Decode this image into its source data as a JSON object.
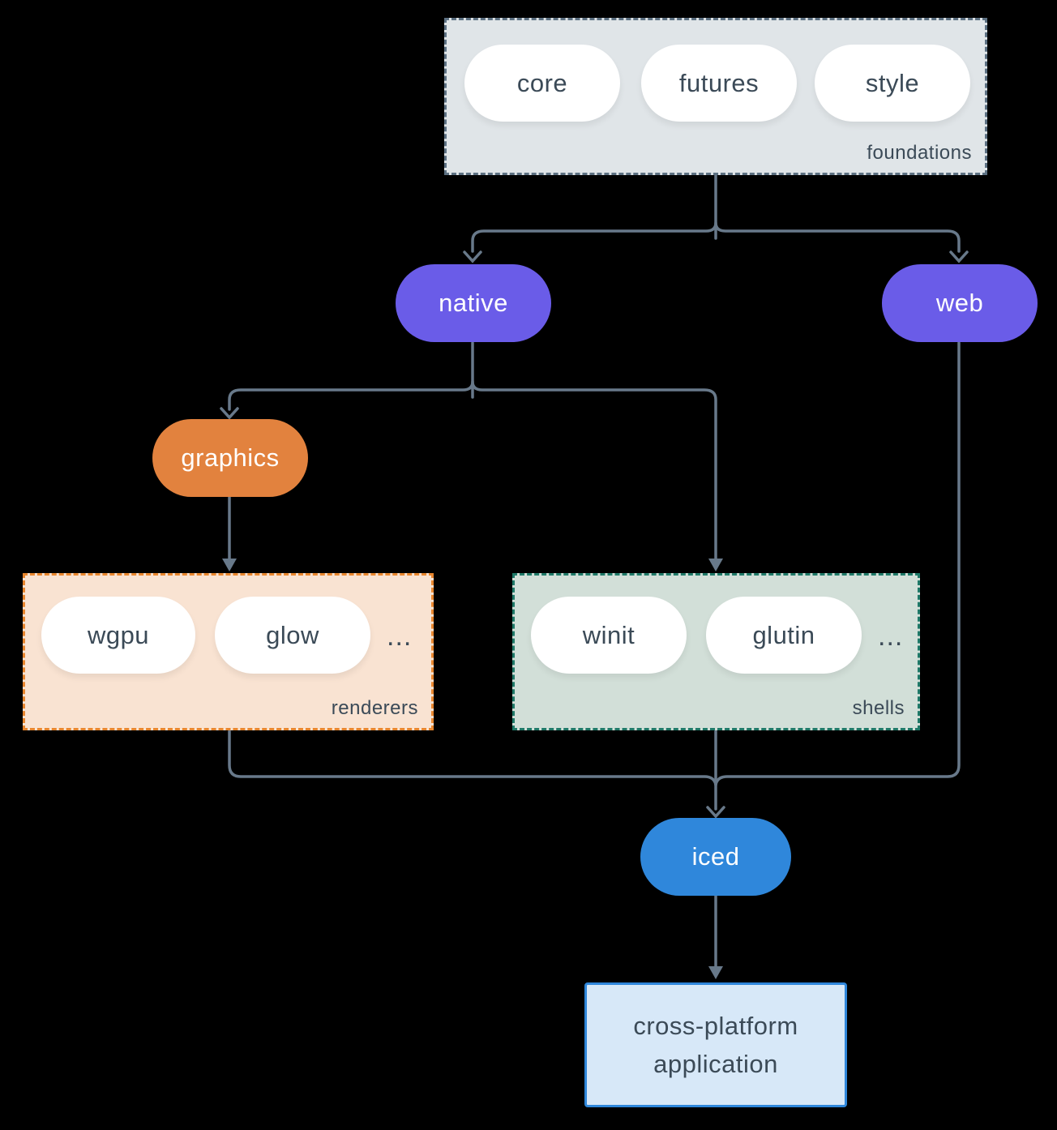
{
  "diagram": {
    "background": "#000000",
    "edge_color": "#68798a",
    "text_dark": "#3b4a57",
    "text_light": "#ffffff",
    "foundations": {
      "label": "foundations",
      "fill": "#e0e5e8",
      "border_color": "#5d7183",
      "pills": [
        "core",
        "futures",
        "style"
      ]
    },
    "native": {
      "label": "native",
      "fill": "#6a5ce8"
    },
    "web": {
      "label": "web",
      "fill": "#6a5ce8"
    },
    "graphics": {
      "label": "graphics",
      "fill": "#e2823e"
    },
    "renderers": {
      "label": "renderers",
      "fill": "#f9e3d2",
      "border_color": "#e8862e",
      "pills": [
        "wgpu",
        "glow"
      ],
      "ellipsis": "..."
    },
    "shells": {
      "label": "shells",
      "fill": "#d2dfd8",
      "border_color": "#1f7968",
      "pills": [
        "winit",
        "glutin"
      ],
      "ellipsis": "..."
    },
    "iced": {
      "label": "iced",
      "fill": "#2f87db"
    },
    "application": {
      "line1": "cross-platform",
      "line2": "application",
      "fill": "#d7e8f8",
      "border_color": "#2f87db"
    }
  }
}
